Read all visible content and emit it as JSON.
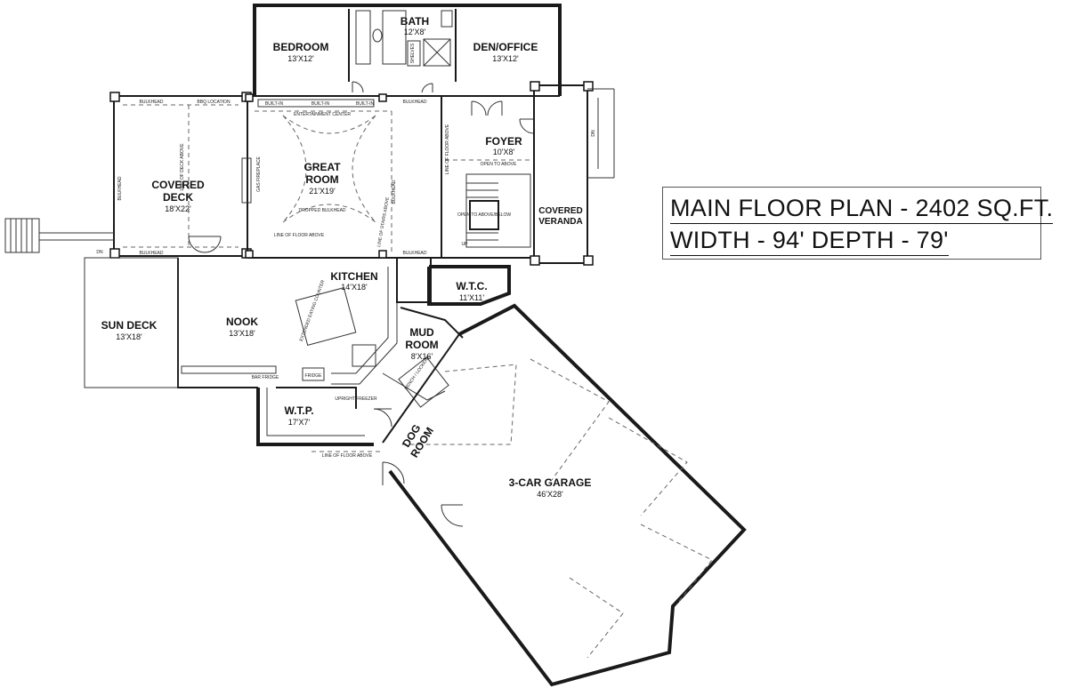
{
  "title": {
    "line1": "MAIN FLOOR PLAN - 2402 SQ.FT.",
    "line2": "WIDTH - 94'  DEPTH - 79'"
  },
  "rooms": {
    "bedroom": {
      "name": "BEDROOM",
      "dim": "13'X12'"
    },
    "bath": {
      "name": "BATH",
      "dim": "12'X8'"
    },
    "den": {
      "name": "DEN/OFFICE",
      "dim": "13'X12'"
    },
    "covered_deck": {
      "name1": "COVERED",
      "name2": "DECK",
      "dim": "18'X22'"
    },
    "great_room": {
      "name1": "GREAT",
      "name2": "ROOM",
      "dim": "21'X19'"
    },
    "foyer": {
      "name": "FOYER",
      "dim": "10'X8'"
    },
    "covered_veranda": {
      "name1": "COVERED",
      "name2": "VERANDA"
    },
    "kitchen": {
      "name": "KITCHEN",
      "dim": "14'X18'"
    },
    "wtc": {
      "name": "W.T.C.",
      "dim": "11'X11'"
    },
    "sun_deck": {
      "name": "SUN DECK",
      "dim": "13'X18'"
    },
    "nook": {
      "name": "NOOK",
      "dim": "13'X18'"
    },
    "mud_room": {
      "name1": "MUD",
      "name2": "ROOM",
      "dim": "8'X16'"
    },
    "wtp": {
      "name": "W.T.P.",
      "dim": "17'X7'"
    },
    "dog_room": {
      "name1": "DOG",
      "name2": "ROOM"
    },
    "garage": {
      "name": "3-CAR GARAGE",
      "dim": "46'X28'"
    }
  },
  "notes": {
    "bulkhead": "BULKHEAD",
    "bbq": "BBQ LOCATION",
    "built_in": "BUILT-IN",
    "entertainment": "ENTERTAINMENT CENTER",
    "line_deck_above": "LINE OF DECK ABOVE",
    "gas_fireplace": "GAS FIREPLACE",
    "dropped_bulkhead": "DROPPED BULKHEAD",
    "line_floor_above": "LINE OF FLOOR ABOVE",
    "line_stairs_above": "LINE OF STAIRS ABOVE",
    "open_to_above": "OPEN TO ABOVE",
    "open_to_above_below": "OPEN TO ABOVE/BELOW",
    "extended_eating": "EXTENDED EATING COUNTER",
    "fridge": "FRIDGE",
    "bar_fridge": "BAR FRIDGE",
    "upright_freezer": "UPRIGHT FREEZER",
    "bench_lockers": "BENCH / LOCKERS",
    "shelves": "SHELVES",
    "dn": "DN",
    "up": "UP"
  }
}
